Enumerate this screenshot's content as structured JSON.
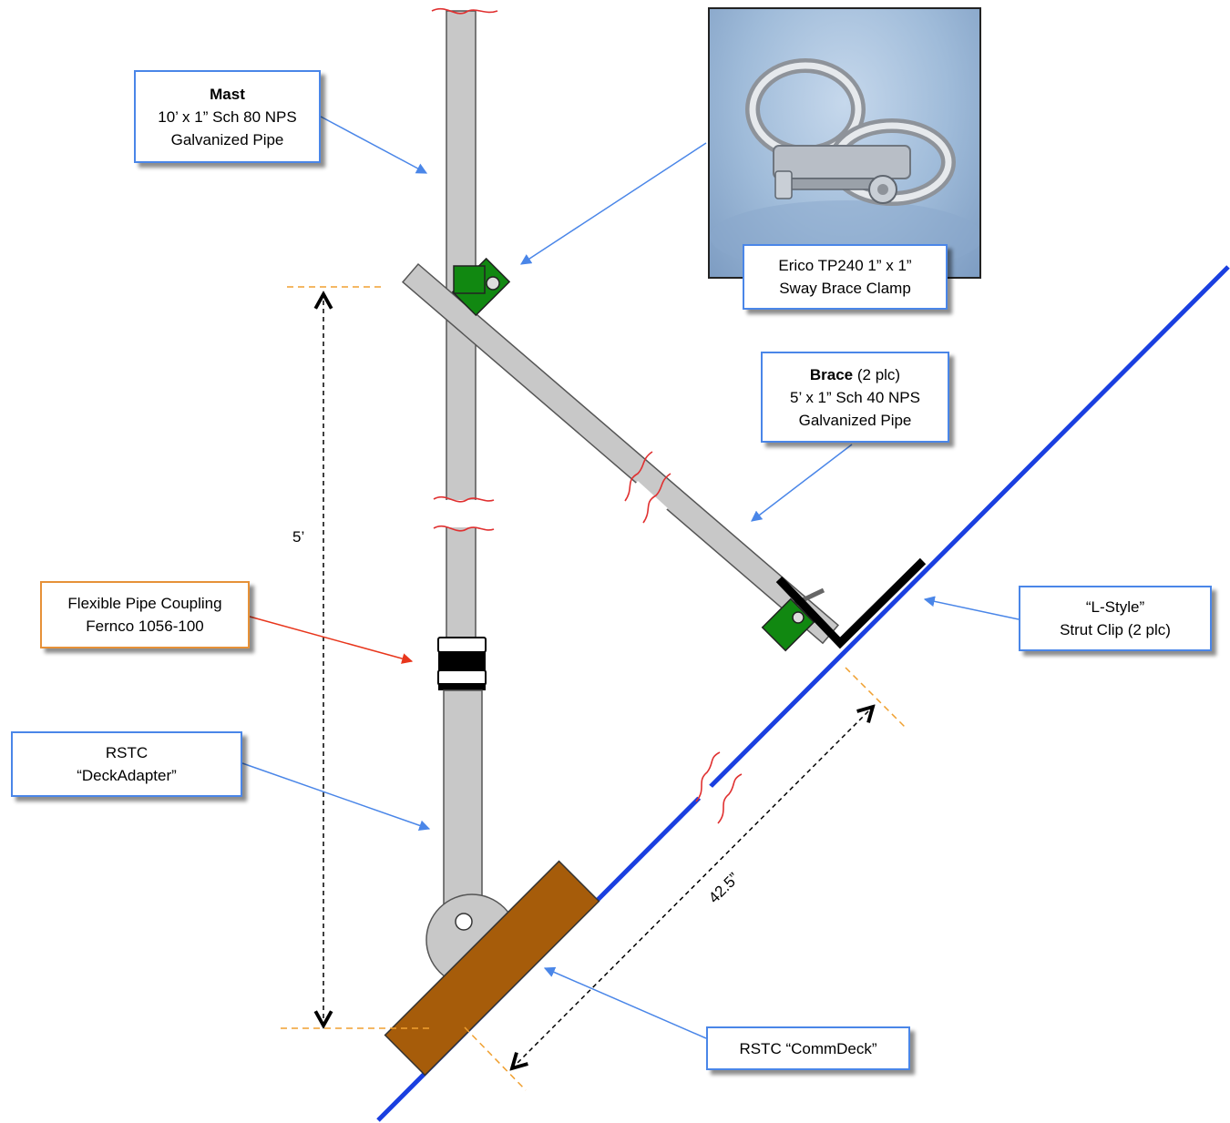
{
  "callouts": {
    "mast": {
      "title": "Mast",
      "line1": "10’ x 1” Sch 80 NPS",
      "line2": "Galvanized Pipe"
    },
    "clamp": {
      "line1": "Erico TP240 1” x 1”",
      "line2": "Sway Brace Clamp"
    },
    "brace": {
      "title": "Brace",
      "title_suffix": " (2 plc)",
      "line1": "5’ x 1” Sch 40 NPS",
      "line2": "Galvanized Pipe"
    },
    "coupling": {
      "line1": "Flexible Pipe Coupling",
      "line2": "Fernco 1056-100"
    },
    "strut_clip": {
      "line1": "“L-Style”",
      "line2": "Strut Clip (2 plc)"
    },
    "deck_adapter": {
      "line1": "RSTC",
      "line2": "“DeckAdapter”"
    },
    "commdeck": {
      "line1": "RSTC “CommDeck”"
    }
  },
  "dimensions": {
    "vertical": "5’",
    "diagonal": "42.5”"
  },
  "colors": {
    "pipe": "#c8c8c8",
    "clamp_green": "#118811",
    "deck_blue": "#1a3fe0",
    "deck_adapter_brown": "#a65c0a",
    "callout_border": "#4a86e8",
    "coupling_border": "#e69138",
    "arrow_blue": "#4a86e8",
    "arrow_red": "#e8361c",
    "break_red": "#e03030",
    "guide_orange": "#f0a030"
  },
  "photo": {
    "subject": "sway-brace-clamp-photo"
  }
}
